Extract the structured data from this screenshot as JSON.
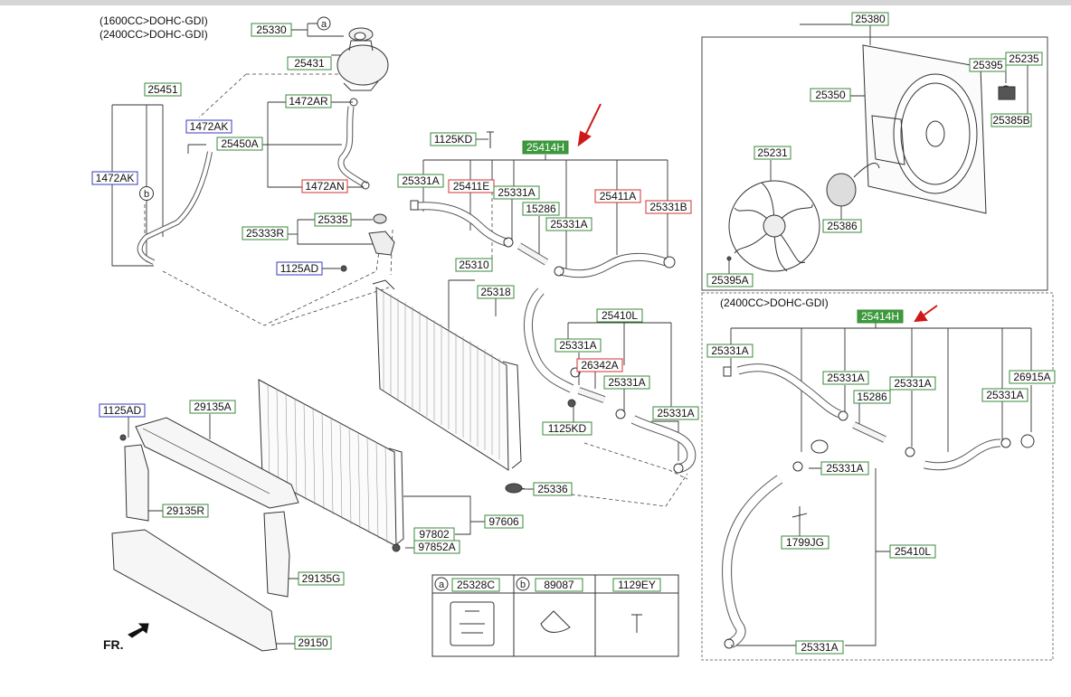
{
  "header_notes": [
    "(1600CC>DOHC-GDI)",
    "(2400CC>DOHC-GDI)"
  ],
  "inset_note": "(2400CC>DOHC-GDI)",
  "front_marker": "FR.",
  "colors": {
    "label_border_green": "#3a8a3a",
    "label_border_red": "#d03030",
    "label_border_blue": "#3a3ac0",
    "highlight_fill": "#3c9a3c",
    "arrow_red": "#d01818",
    "line": "#333333"
  },
  "labels": [
    {
      "id": "l1",
      "text": "25330",
      "style": "green"
    },
    {
      "id": "l2",
      "text": "25431",
      "style": "green"
    },
    {
      "id": "l3",
      "text": "25451",
      "style": "green"
    },
    {
      "id": "l4",
      "text": "1472AR",
      "style": "green"
    },
    {
      "id": "l5",
      "text": "1472AK",
      "style": "blue"
    },
    {
      "id": "l6",
      "text": "25450A",
      "style": "green"
    },
    {
      "id": "l7",
      "text": "1472AK",
      "style": "blue"
    },
    {
      "id": "l8",
      "text": "1472AN",
      "style": "red"
    },
    {
      "id": "l9",
      "text": "25335",
      "style": "green"
    },
    {
      "id": "l10",
      "text": "25333R",
      "style": "green"
    },
    {
      "id": "l11",
      "text": "1125AD",
      "style": "blue"
    },
    {
      "id": "l12",
      "text": "1125KD",
      "style": "green"
    },
    {
      "id": "l13",
      "text": "25414H",
      "style": "highlight"
    },
    {
      "id": "l14",
      "text": "25331A",
      "style": "green"
    },
    {
      "id": "l15",
      "text": "25411E",
      "style": "red"
    },
    {
      "id": "l16",
      "text": "25331A",
      "style": "green"
    },
    {
      "id": "l17",
      "text": "15286",
      "style": "green"
    },
    {
      "id": "l18",
      "text": "25411A",
      "style": "red"
    },
    {
      "id": "l19",
      "text": "25331B",
      "style": "red"
    },
    {
      "id": "l20",
      "text": "25331A",
      "style": "green"
    },
    {
      "id": "l21",
      "text": "25310",
      "style": "green"
    },
    {
      "id": "l22",
      "text": "25318",
      "style": "green"
    },
    {
      "id": "l23",
      "text": "25410L",
      "style": "green"
    },
    {
      "id": "l24",
      "text": "25331A",
      "style": "green"
    },
    {
      "id": "l25",
      "text": "26342A",
      "style": "red"
    },
    {
      "id": "l26",
      "text": "25331A",
      "style": "green"
    },
    {
      "id": "l27",
      "text": "1125KD",
      "style": "green"
    },
    {
      "id": "l28",
      "text": "25331A",
      "style": "green"
    },
    {
      "id": "l29",
      "text": "25336",
      "style": "green"
    },
    {
      "id": "l30",
      "text": "1125AD",
      "style": "blue"
    },
    {
      "id": "l31",
      "text": "29135A",
      "style": "green"
    },
    {
      "id": "l32",
      "text": "29135R",
      "style": "green"
    },
    {
      "id": "l33",
      "text": "97802",
      "style": "green"
    },
    {
      "id": "l34",
      "text": "97606",
      "style": "green"
    },
    {
      "id": "l35",
      "text": "97852A",
      "style": "green"
    },
    {
      "id": "l36",
      "text": "29135G",
      "style": "green"
    },
    {
      "id": "l37",
      "text": "29150",
      "style": "green"
    },
    {
      "id": "l38",
      "text": "25380",
      "style": "green"
    },
    {
      "id": "l39",
      "text": "25395",
      "style": "green"
    },
    {
      "id": "l40",
      "text": "25235",
      "style": "green"
    },
    {
      "id": "l41",
      "text": "25350",
      "style": "green"
    },
    {
      "id": "l42",
      "text": "25385B",
      "style": "green"
    },
    {
      "id": "l43",
      "text": "25231",
      "style": "green"
    },
    {
      "id": "l44",
      "text": "25386",
      "style": "green"
    },
    {
      "id": "l45",
      "text": "25395A",
      "style": "green"
    },
    {
      "id": "l46",
      "text": "25414H",
      "style": "highlight"
    },
    {
      "id": "l47",
      "text": "25331A",
      "style": "green"
    },
    {
      "id": "l48",
      "text": "25331A",
      "style": "green"
    },
    {
      "id": "l49",
      "text": "25331A",
      "style": "green"
    },
    {
      "id": "l50",
      "text": "15286",
      "style": "green"
    },
    {
      "id": "l51",
      "text": "26915A",
      "style": "green"
    },
    {
      "id": "l52",
      "text": "25331A",
      "style": "green"
    },
    {
      "id": "l53",
      "text": "25331A",
      "style": "green"
    },
    {
      "id": "l54",
      "text": "1799JG",
      "style": "green"
    },
    {
      "id": "l55",
      "text": "25410L",
      "style": "green"
    },
    {
      "id": "l56",
      "text": "25331A",
      "style": "green"
    }
  ],
  "circle_markers": [
    "a",
    "b"
  ],
  "legend_table": [
    {
      "marker": "a",
      "part": "25328C"
    },
    {
      "marker": "b",
      "part": "89087"
    },
    {
      "marker": "",
      "part": "1129EY"
    }
  ]
}
